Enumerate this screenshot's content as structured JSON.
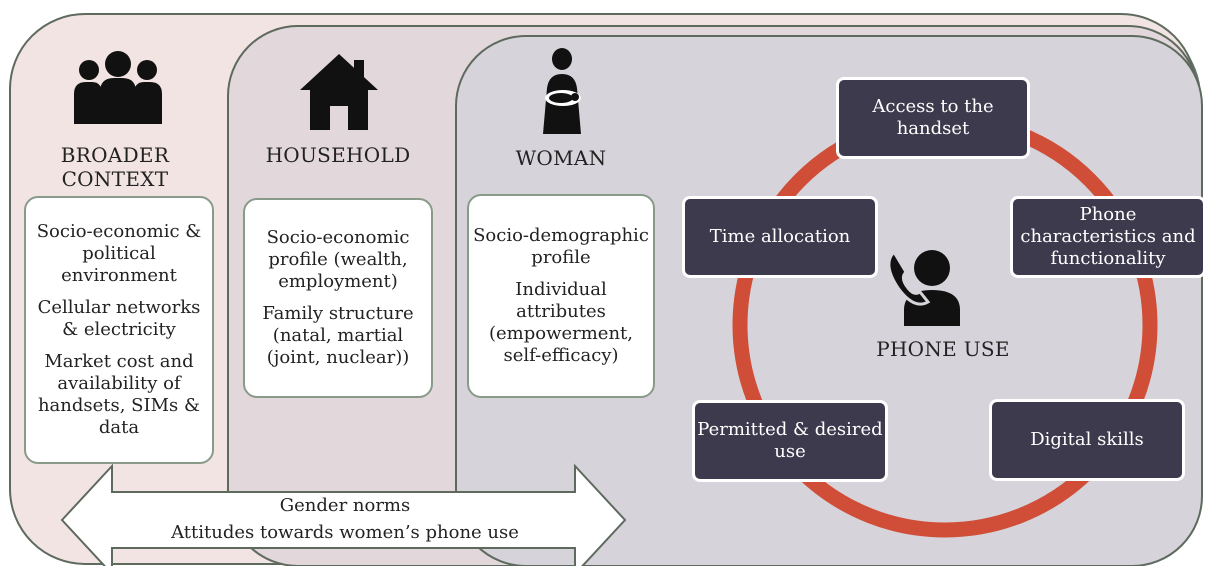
{
  "colors": {
    "broader_bg": "#f2e4e2",
    "household_bg": "#e2d8dc",
    "woman_bg": "#d6d4da",
    "outline": "#5e6a5e",
    "ring": "#d04e38",
    "dark_box": "#3c3a4c"
  },
  "columns": {
    "broader": {
      "icon": "group-of-people-icon",
      "title_line1": "BROADER",
      "title_line2": "CONTEXT",
      "items": [
        "Socio-economic & political environment",
        "Cellular networks & electricity",
        "Market cost and availability of handsets, SIMs & data"
      ]
    },
    "household": {
      "icon": "house-icon",
      "title": "HOUSEHOLD",
      "items": [
        "Socio-economic profile (wealth, employment)",
        "Family structure (natal, martial (joint, nuclear))"
      ]
    },
    "woman": {
      "icon": "woman-with-baby-icon",
      "title": "WOMAN",
      "items": [
        "Socio-demographic profile",
        "Individual attributes (empowerment, self-efficacy)"
      ]
    }
  },
  "phone_use": {
    "icon": "person-on-phone-icon",
    "label": "PHONE USE",
    "nodes": {
      "access": "Access to the handset",
      "characteristics": "Phone characteristics and functionality",
      "skills": "Digital skills",
      "permitted": "Permitted & desired use",
      "time": "Time allocation"
    }
  },
  "norms": {
    "line1": "Gender norms",
    "line2": "Attitudes towards women’s phone use"
  }
}
